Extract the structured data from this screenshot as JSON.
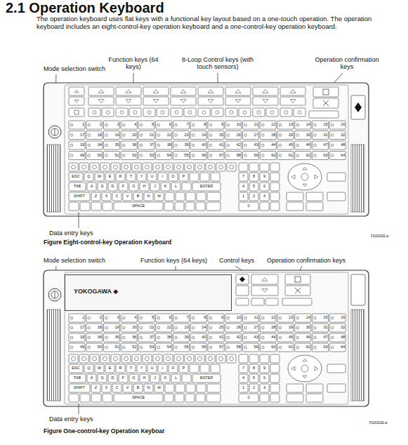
{
  "diagram": {
    "title": "2.1 Operation Keyboard",
    "nodes": [
      {
        "text": [
          "YOKOGAWA ◆"
        ]
      }
    ],
    "labels": [
      "The operation keyboard uses flat keys with a functional key layout based on a one-touch operation. The operation keyboard includes an eight-control-key operation keyboard and a one-control-key operation keyboard.",
      "Mode selection switch",
      "Function keys (64 keys)",
      "8-Loop Control keys (with touch sensors)",
      "Operation confirmation keys",
      "1",
      "2",
      "3",
      "4",
      "5",
      "6",
      "7",
      "8",
      "9",
      "10",
      "11",
      "12",
      "13",
      "14",
      "15",
      "16",
      "17",
      "18",
      "19",
      "20",
      "21",
      "22",
      "23",
      "24",
      "25",
      "26",
      "27",
      "28",
      "29",
      "30",
      "31",
      "32",
      "33",
      "34",
      "35",
      "36",
      "37",
      "38",
      "39",
      "40",
      "41",
      "42",
      "43",
      "44",
      "45",
      "46",
      "47",
      "48",
      "49",
      "50",
      "51",
      "52",
      "53",
      "54",
      "55",
      "56",
      "57",
      "58",
      "59",
      "60",
      "61",
      "62",
      "63",
      "64",
      "ESC",
      "Q",
      "W",
      "E",
      "R",
      "T",
      "Y",
      "U",
      "I",
      "O",
      "P",
      "TAB",
      "A",
      "S",
      "D",
      "F",
      "G",
      "H",
      "J",
      "K",
      "L",
      "ENTER",
      "SHIFT",
      "Z",
      "X",
      "C",
      "V",
      "B",
      "N",
      "M",
      "SPACE",
      "7",
      "8",
      "9",
      "4",
      "5",
      "6",
      "1",
      "2",
      "3",
      "0",
      "Data entry keys",
      "Figure Eight-control-key Operation Keyboard",
      "F020201E.ai",
      "Mode selection switch",
      "Function keys (64 keys)",
      "Control keys",
      "Operation confirmation keys",
      "1",
      "2",
      "3",
      "4",
      "5",
      "6",
      "7",
      "8",
      "9",
      "10",
      "11",
      "12",
      "13",
      "14",
      "15",
      "16",
      "17",
      "18",
      "19",
      "20",
      "21",
      "22",
      "23",
      "24",
      "25",
      "26",
      "27",
      "28",
      "29",
      "30",
      "31",
      "32",
      "33",
      "34",
      "35",
      "36",
      "37",
      "38",
      "39",
      "40",
      "41",
      "42",
      "43",
      "44",
      "45",
      "46",
      "47",
      "48",
      "49",
      "50",
      "51",
      "52",
      "53",
      "54",
      "55",
      "56",
      "57",
      "58",
      "59",
      "60",
      "61",
      "62",
      "63",
      "64",
      "ESC",
      "Q",
      "W",
      "E",
      "R",
      "T",
      "Y",
      "U",
      "I",
      "O",
      "P",
      "TAB",
      "A",
      "S",
      "D",
      "F",
      "G",
      "H",
      "J",
      "K",
      "L",
      "ENTER",
      "SHIFT",
      "Z",
      "X",
      "C",
      "V",
      "B",
      "N",
      "M",
      "SPACE",
      "7",
      "8",
      "9",
      "4",
      "5",
      "6",
      "1",
      "2",
      "3",
      "0",
      "Data entry keys",
      "Figure One-control-key Operation Keyboar",
      "F020202E.ai"
    ]
  }
}
